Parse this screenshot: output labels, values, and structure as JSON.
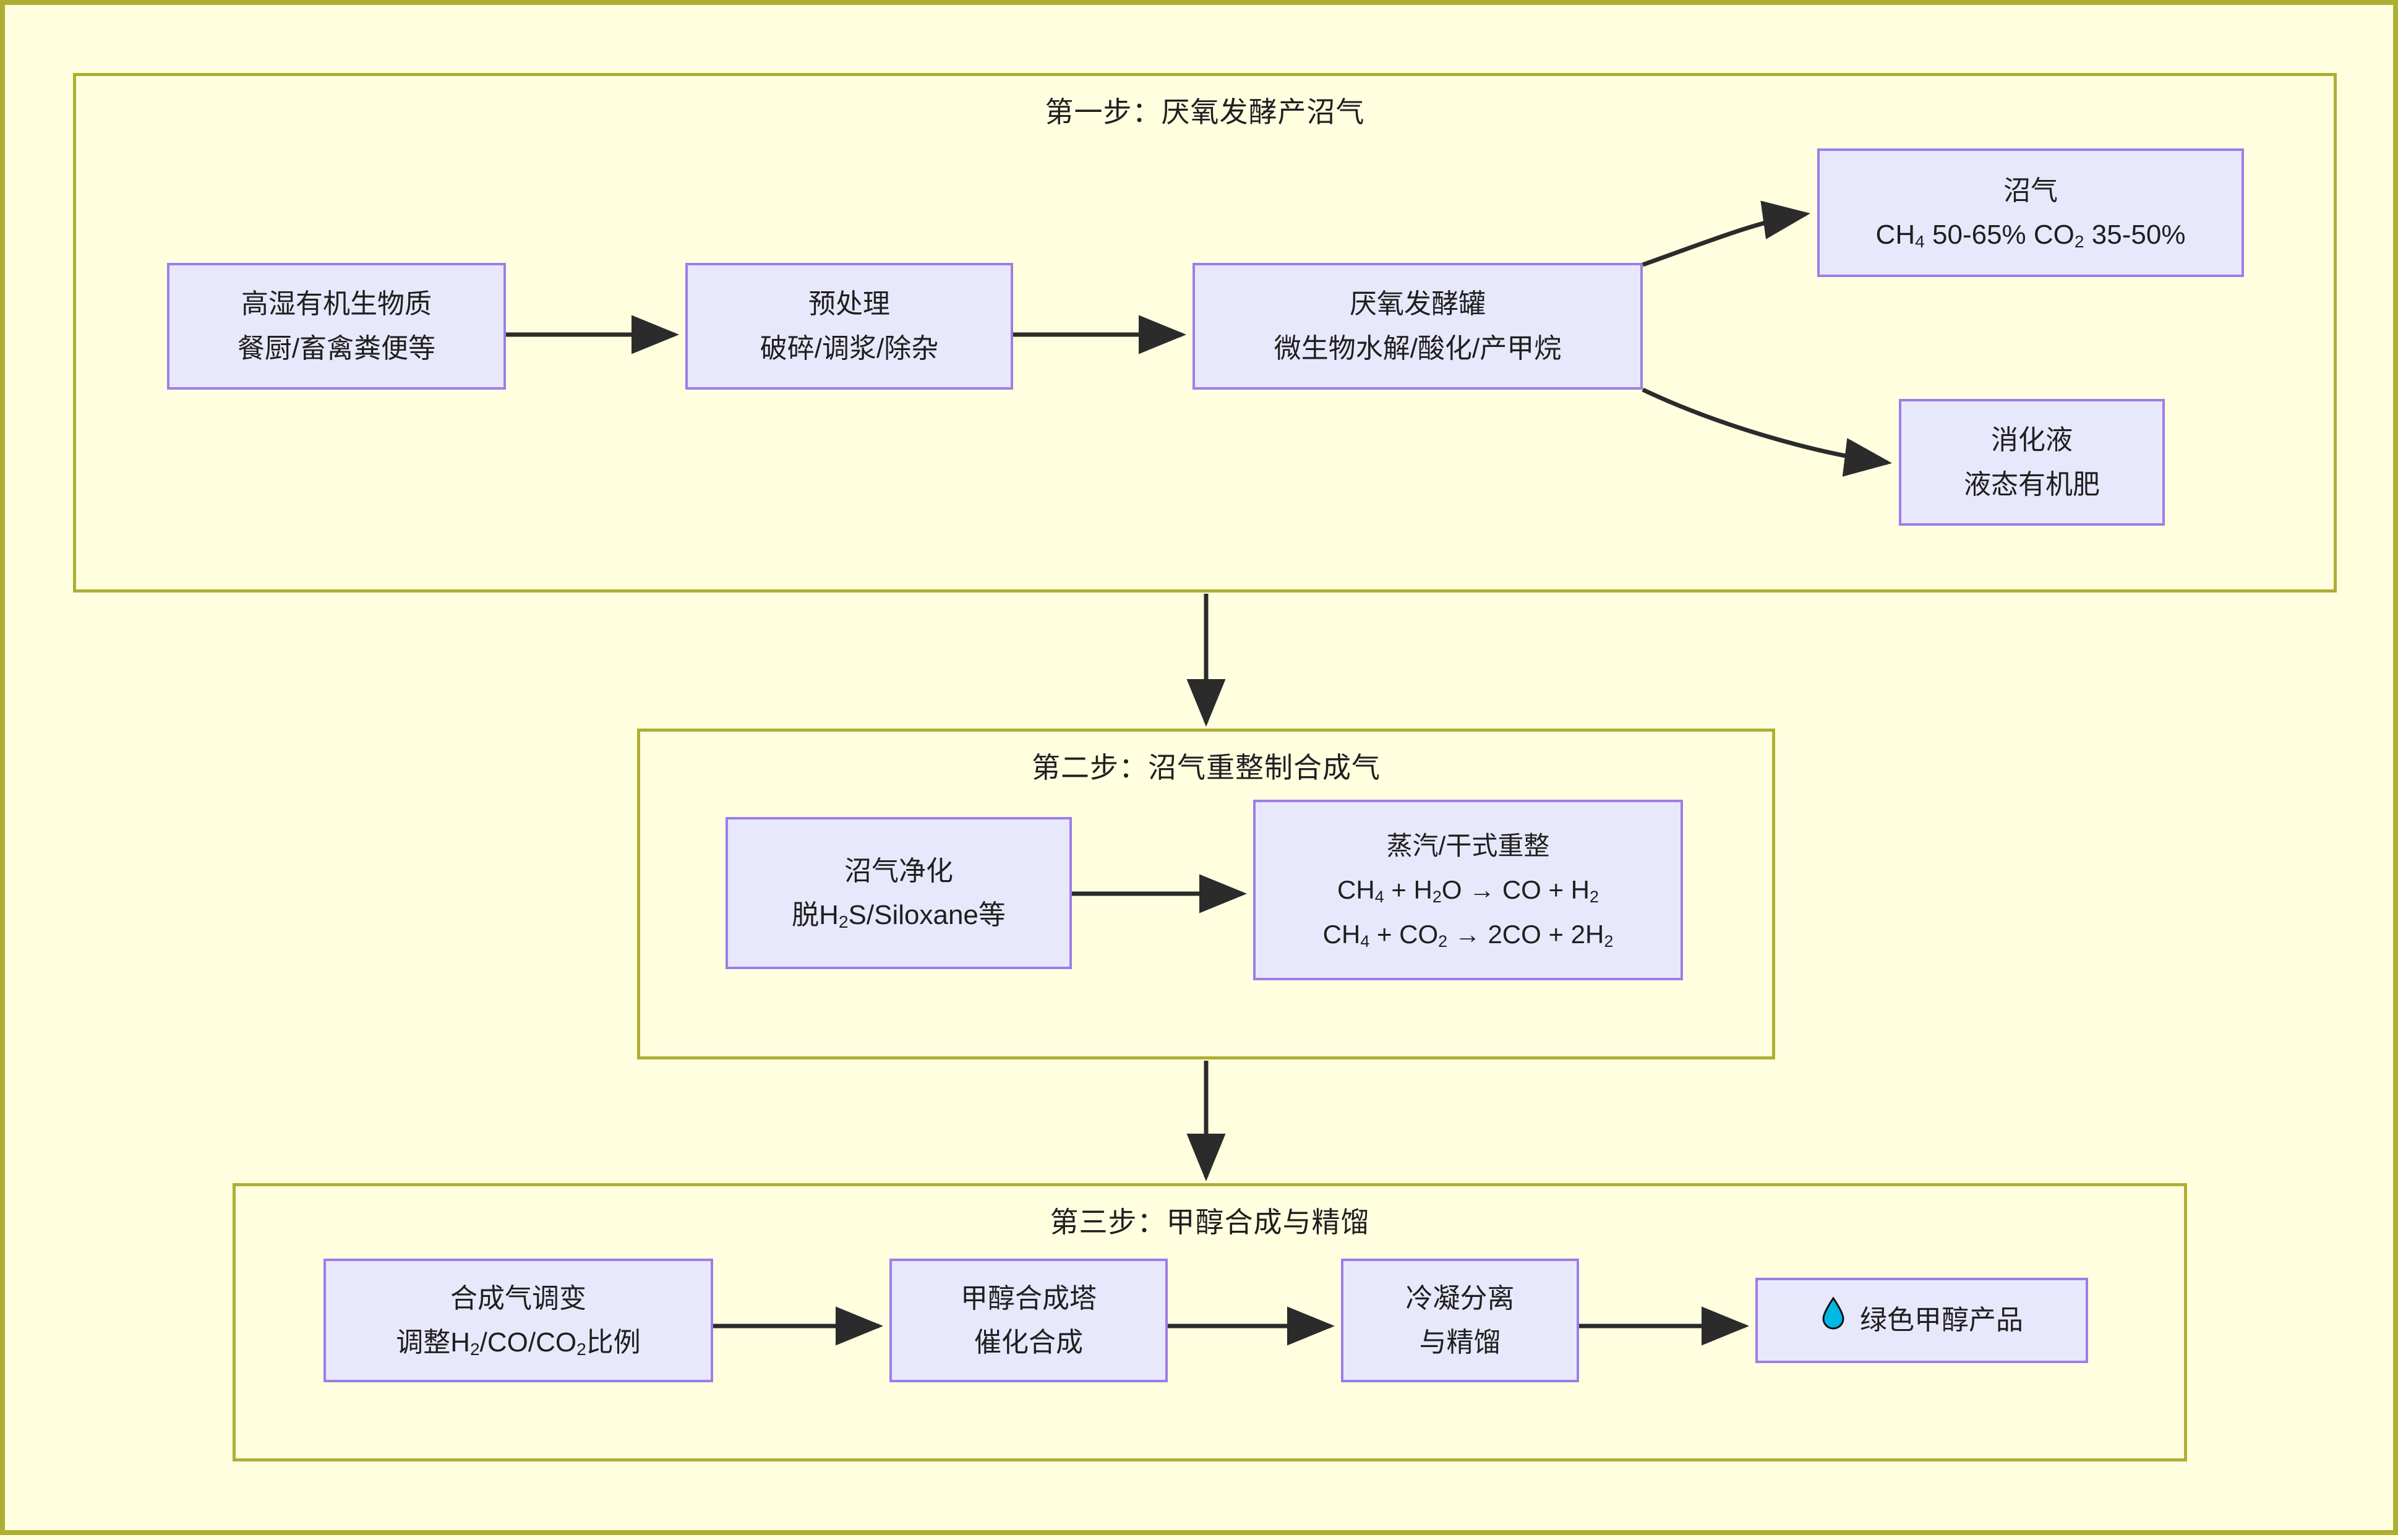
{
  "theme": {
    "page_bg": "#FFFFE0",
    "frame_border": "#AEAE33",
    "node_fill": "#E8E8FC",
    "node_border": "#9B7EE8",
    "arrow": "#2b2b2b",
    "text": "#1f1f1f",
    "droplet": "#00B8E6"
  },
  "sections": [
    {
      "id": "step1",
      "title": "第一步：厌氧发酵产沼气"
    },
    {
      "id": "step2",
      "title": "第二步：沼气重整制合成气"
    },
    {
      "id": "step3",
      "title": "第三步：甲醇合成与精馏"
    }
  ],
  "nodes": {
    "feedstock": {
      "line1": "高湿有机生物质",
      "line2": "餐厨/畜禽粪便等"
    },
    "pretreat": {
      "line1": "预处理",
      "line2": "破碎/调浆/除杂"
    },
    "digester": {
      "line1": "厌氧发酵罐",
      "line2": "微生物水解/酸化/产甲烷"
    },
    "biogas": {
      "line1": "沼气",
      "line2_pre": "CH",
      "line2_sub1": "4",
      "line2_mid": " 50-65% CO",
      "line2_sub2": "2",
      "line2_post": " 35-50%"
    },
    "digestate": {
      "line1": "消化液",
      "line2": "液态有机肥"
    },
    "purify": {
      "line1": "沼气净化",
      "line2_pre": "脱H",
      "line2_sub": "2",
      "line2_post": "S/Siloxane等"
    },
    "reform": {
      "line1": "蒸汽/干式重整",
      "eq1": {
        "a": "CH",
        "a_sub": "4",
        "b": " + H",
        "b_sub": "2",
        "c": "O → CO + H",
        "c_sub": "2",
        "d": ""
      },
      "eq2": {
        "a": "CH",
        "a_sub": "4",
        "b": " + CO",
        "b_sub": "2",
        "c": " → 2CO + 2H",
        "c_sub": "2",
        "d": ""
      }
    },
    "shift": {
      "line1": "合成气调变",
      "line2_pre": "调整H",
      "line2_sub1": "2",
      "line2_mid": "/CO/CO",
      "line2_sub2": "2",
      "line2_post": "比例"
    },
    "synthesis": {
      "line1": "甲醇合成塔",
      "line2": "催化合成"
    },
    "separation": {
      "line1": "冷凝分离",
      "line2": "与精馏"
    },
    "product": {
      "icon": "droplet-icon",
      "label": "绿色甲醇产品"
    }
  }
}
